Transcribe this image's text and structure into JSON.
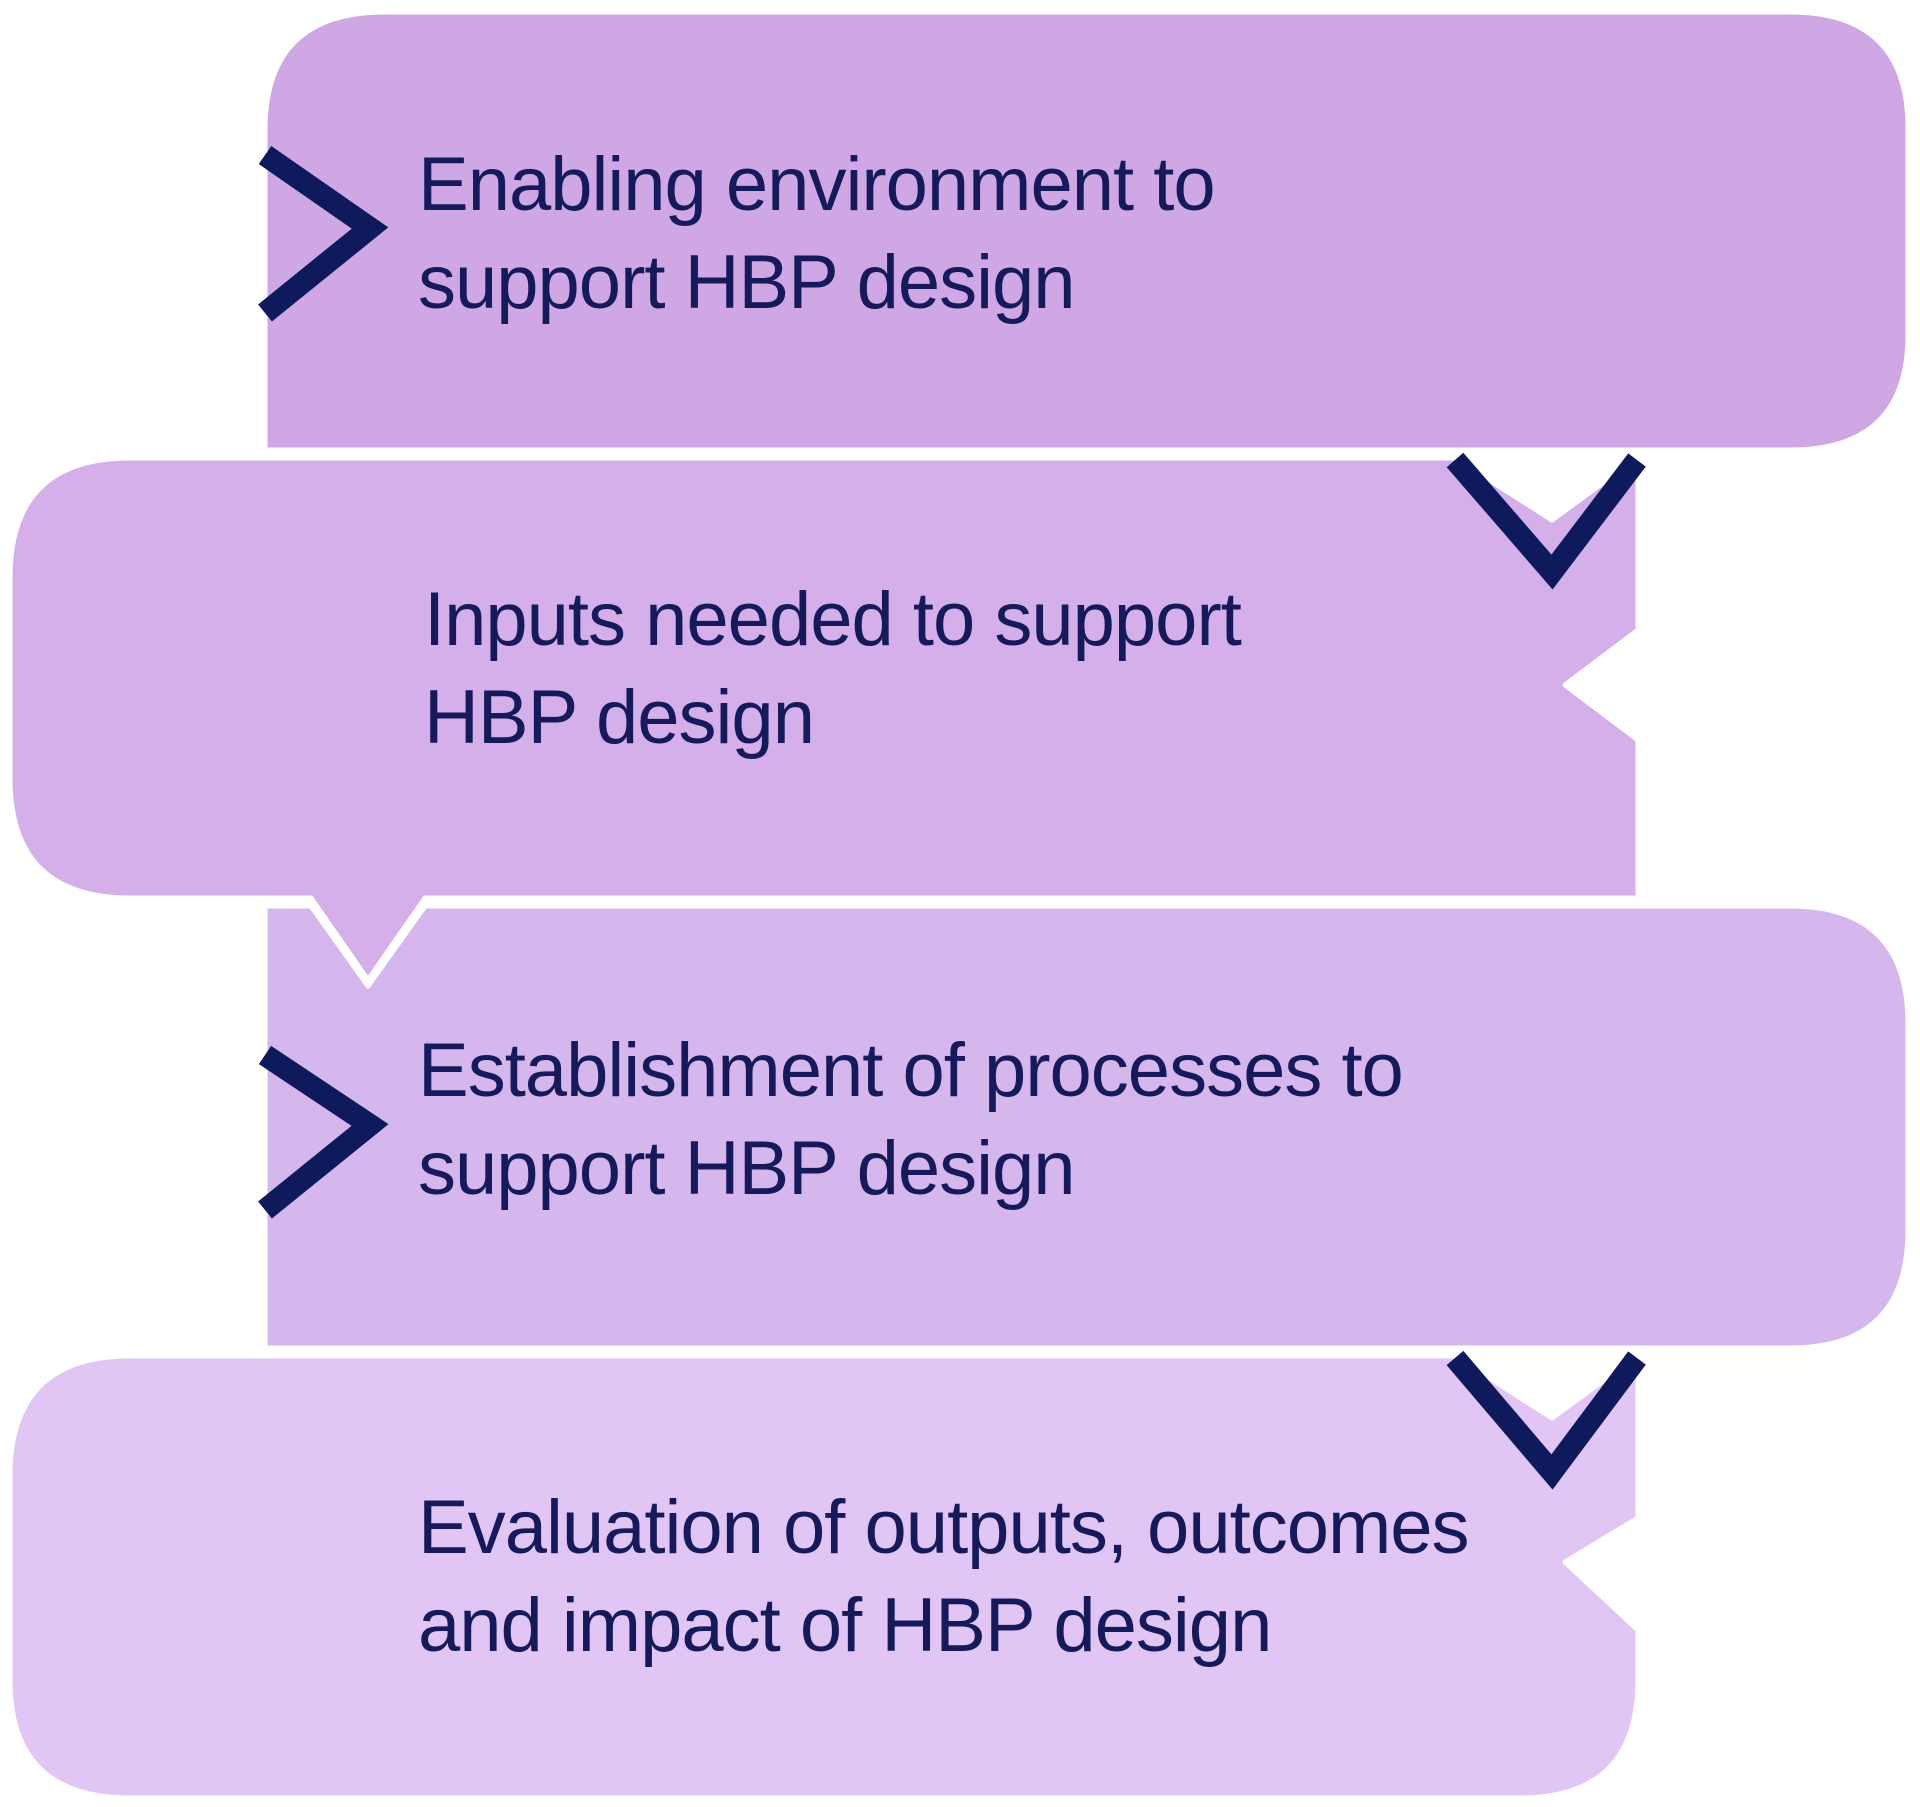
{
  "steps": [
    {
      "lines": [
        "Enabling environment to",
        "support HBP design"
      ],
      "fill": "#cea7e4"
    },
    {
      "lines": [
        "Inputs needed to support",
        "HBP design"
      ],
      "fill": "#d4afea"
    },
    {
      "lines": [
        "Establishment of processes to",
        "support HBP design"
      ],
      "fill": "#d6b7ed"
    },
    {
      "lines": [
        "Evaluation of outputs, outcomes",
        "and impact of HBP design"
      ],
      "fill": "#e0c5f5"
    }
  ],
  "colors": {
    "text": "#16195a",
    "chevron": "#0e1a5c",
    "separator": "#ffffff",
    "background": "#ffffff"
  }
}
